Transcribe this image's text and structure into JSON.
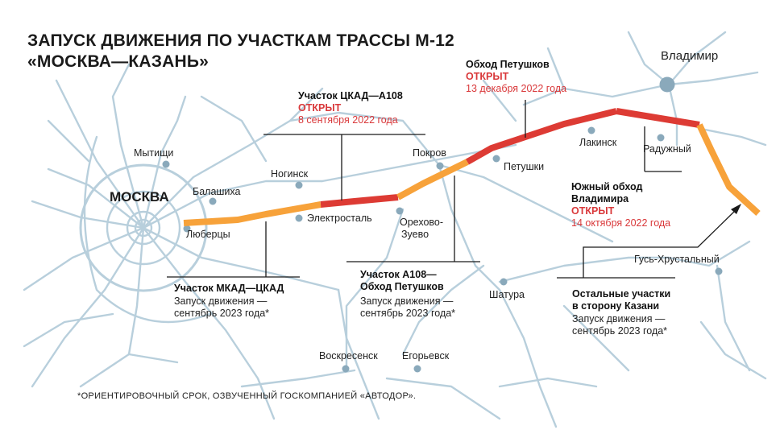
{
  "title": {
    "line1": "ЗАПУСК ДВИЖЕНИЯ ПО УЧАСТКАМ ТРАССЫ М-12",
    "line2": "«МОСКВА—КАЗАНЬ»"
  },
  "colors": {
    "background": "#ffffff",
    "roads": "#b8cfdc",
    "dots": "#8aa9bb",
    "open_segment": "#dd3b34",
    "upcoming_segment": "#f7a23a",
    "status_open_text": "#d9383a",
    "leader_lines": "#1a1a1a"
  },
  "cities": [
    {
      "id": "moscow",
      "label": "МОСКВА"
    },
    {
      "id": "mytishchi",
      "label": "Мытищи"
    },
    {
      "id": "balashikha",
      "label": "Балашиха"
    },
    {
      "id": "lyubertsy",
      "label": "Люберцы"
    },
    {
      "id": "noginsk",
      "label": "Ногинск"
    },
    {
      "id": "elektrostal",
      "label": "Электросталь"
    },
    {
      "id": "pokrov",
      "label": "Покров"
    },
    {
      "id": "orekhovo1",
      "label": "Орехово-"
    },
    {
      "id": "orekhovo2",
      "label": "Зуево"
    },
    {
      "id": "petushki",
      "label": "Петушки"
    },
    {
      "id": "lakinsk",
      "label": "Лакинск"
    },
    {
      "id": "raduzhny",
      "label": "Радужный"
    },
    {
      "id": "vladimir",
      "label": "Владимир"
    },
    {
      "id": "shatura",
      "label": "Шатура"
    },
    {
      "id": "gus",
      "label": "Гусь-Хрустальный"
    },
    {
      "id": "voskresensk",
      "label": "Воскресенск"
    },
    {
      "id": "egoryevsk",
      "label": "Егорьевск"
    }
  ],
  "captions": {
    "tskad_a108": {
      "title": "Участок ЦКАД—А108",
      "status": "ОТКРЫТ",
      "date": "8 сентября 2022 года"
    },
    "petushki_bypass": {
      "title": "Обход Петушков",
      "status": "ОТКРЫТ",
      "date": "13 декабря 2022 года"
    },
    "vladimir_south": {
      "title1": "Южный обход",
      "title2": "Владимира",
      "status": "ОТКРЫТ",
      "date": "14 октября 2022 года"
    },
    "mkad_tskad": {
      "title": "Участок МКАД—ЦКАД",
      "note1": "Запуск движения —",
      "note2": "сентябрь 2023 года*"
    },
    "a108_petushki": {
      "title1": "Участок А108—",
      "title2": "Обход Петушков",
      "note1": "Запуск движения —",
      "note2": "сентябрь 2023 года*"
    },
    "remaining": {
      "title1": "Остальные участки",
      "title2": "в сторону Казани",
      "note1": "Запуск движения —",
      "note2": "сентябрь 2023 года*"
    }
  },
  "footnote": "*ОРИЕНТИРОВОЧНЫЙ СРОК, ОЗВУЧЕННЫЙ ГОСКОМПАНИЕЙ «АВТОДОР»."
}
